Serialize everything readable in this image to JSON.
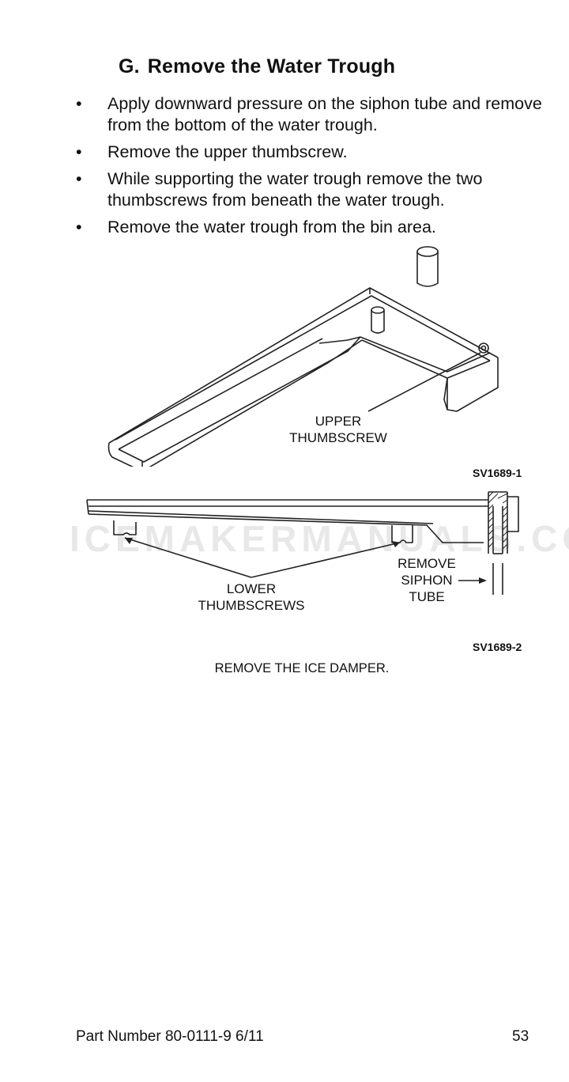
{
  "section": {
    "letter": "G.",
    "title": "Remove the Water Trough"
  },
  "steps": [
    "Apply downward pressure on the siphon tube and remove from the bottom of the water trough.",
    "Remove the upper thumbscrew.",
    "While supporting the water trough remove the two thumbscrews from beneath the water trough.",
    "Remove the water trough from the bin area."
  ],
  "bullet_symbol": "•",
  "figure1": {
    "label_line1": "UPPER",
    "label_line2": "THUMBSCREW",
    "id": "SV1689-1"
  },
  "figure2": {
    "lower_line1": "LOWER",
    "lower_line2": "THUMBSCREWS",
    "siphon_line1": "REMOVE",
    "siphon_line2": "SIPHON",
    "siphon_line3": "TUBE",
    "id": "SV1689-2"
  },
  "watermark": "ICEMAKERMANUALS.COM",
  "caption": "REMOVE THE ICE DAMPER.",
  "footer": {
    "part_number": "Part Number 80-0111-9 6/11",
    "page_number": "53"
  }
}
